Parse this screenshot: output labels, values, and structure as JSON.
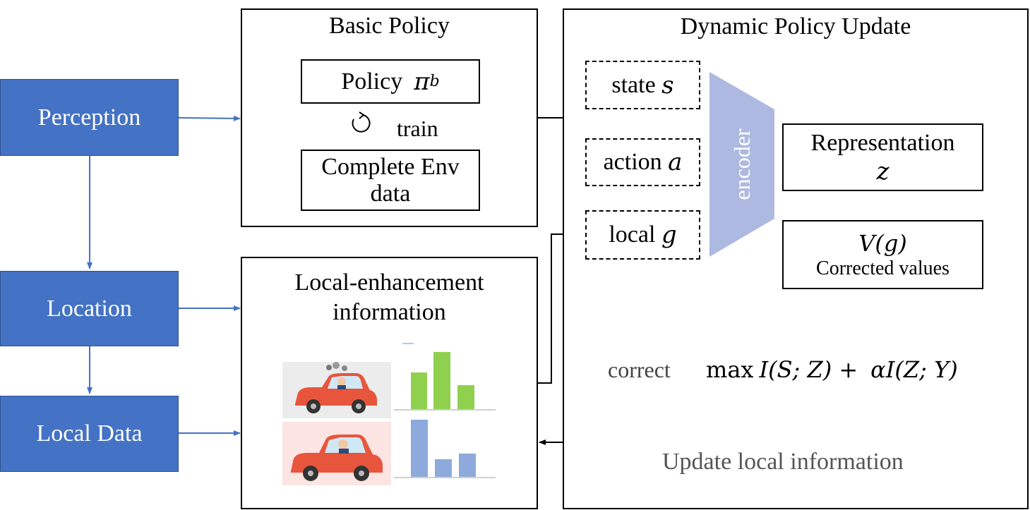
{
  "left_column": {
    "perception": "Perception",
    "location": "Location",
    "local_data": "Local Data"
  },
  "basic_policy": {
    "title": "Basic Policy",
    "policy_label": "Policy",
    "policy_symbol": "π",
    "policy_subscript": "b",
    "train_label": "train",
    "env_line1": "Complete Env",
    "env_line2": "data"
  },
  "local_enhancement": {
    "title_line1": "Local-enhancement",
    "title_line2": "information"
  },
  "dynamic_update": {
    "title": "Dynamic Policy Update",
    "state_label": "state",
    "state_var": "s",
    "action_label": "action",
    "action_var": "a",
    "local_label": "local",
    "local_var": "g",
    "encoder": "encoder",
    "representation_label": "Representation",
    "representation_var": "z",
    "value_expr": "V(g)",
    "value_caption": "Corrected values",
    "correct_label": "correct",
    "objective_max": "max",
    "objective_term1": "I(S; Z) +",
    "objective_term2": "αI(Z; Y)",
    "update_label": "Update local information"
  },
  "colors": {
    "blue_box": "#4472c4",
    "encoder": "#adb9e0",
    "arrow_blue": "#4472c4",
    "bar_green": "#8fd14f",
    "bar_blue": "#8eaadc",
    "car_red": "#e8553d"
  }
}
